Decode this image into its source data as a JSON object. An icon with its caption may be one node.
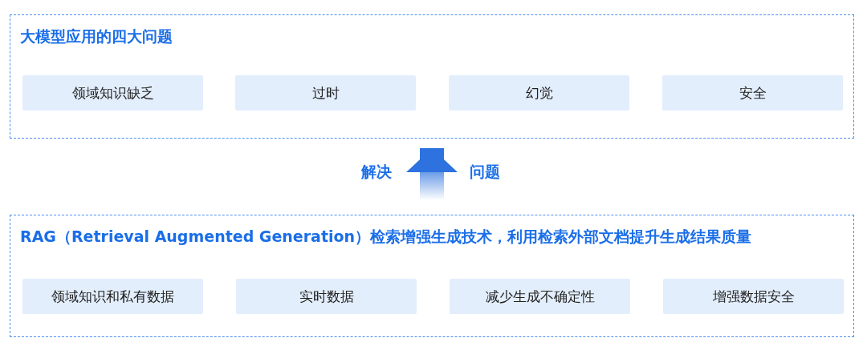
{
  "diagram": {
    "nodes": [
      {
        "text": [
          "大模型应用的四大问题"
        ]
      },
      {
        "text": [
          "领域知识缺乏"
        ],
        "in": 0
      },
      {
        "text": [
          "过时"
        ],
        "in": 0
      },
      {
        "text": [
          "幻觉"
        ],
        "in": 0
      },
      {
        "text": [
          "安全"
        ],
        "in": 0
      },
      {
        "text": [
          "RAG（Retrieval Augmented Generation）检索增强生成技术，利用检索外部文档提升生成结果质量"
        ]
      },
      {
        "text": [
          "领域知识和私有数据"
        ],
        "in": 5
      },
      {
        "text": [
          "实时数据"
        ],
        "in": 5
      },
      {
        "text": [
          "减少生成不确定性"
        ],
        "in": 5
      },
      {
        "text": [
          "增强数据安全"
        ],
        "in": 5
      }
    ],
    "edges": [
      {
        "from": 5,
        "to": 0,
        "arrow": "to"
      }
    ],
    "labels": [
      "解决",
      "问题"
    ]
  }
}
